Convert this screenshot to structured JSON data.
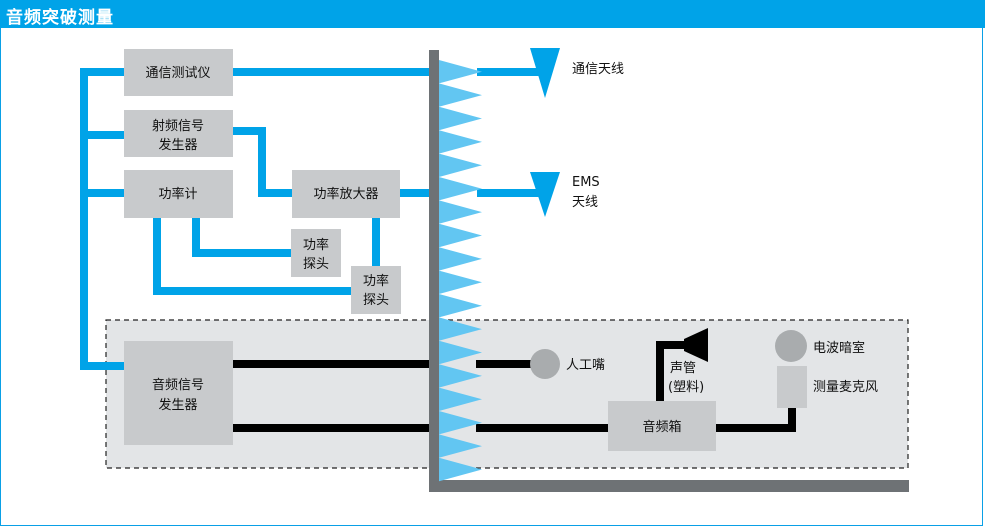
{
  "title": "音频突破测量",
  "boxes": {
    "comm_tester": "通信测试仪",
    "rf_gen_1": "射频信号",
    "rf_gen_2": "发生器",
    "power_meter": "功率计",
    "power_amp": "功率放大器",
    "probe1_1": "功率",
    "probe1_2": "探头",
    "probe2_1": "功率",
    "probe2_2": "探头",
    "audio_gen_1": "音频信号",
    "audio_gen_2": "发生器",
    "speaker": "音频箱"
  },
  "labels": {
    "comm_antenna": "通信天线",
    "ems_1": "EMS",
    "ems_2": "天线",
    "mouth": "人工嘴",
    "tube_1": "声管",
    "tube_2": "(塑料)",
    "chamber": "电波暗室",
    "mic": "测量麦克风"
  },
  "colors": {
    "blue_line": "#00a3e8",
    "box_fill": "#c8cacc",
    "wall": "#6e7275",
    "absorber": "#62c6f2",
    "chamber_bg": "#e3e5e7"
  }
}
